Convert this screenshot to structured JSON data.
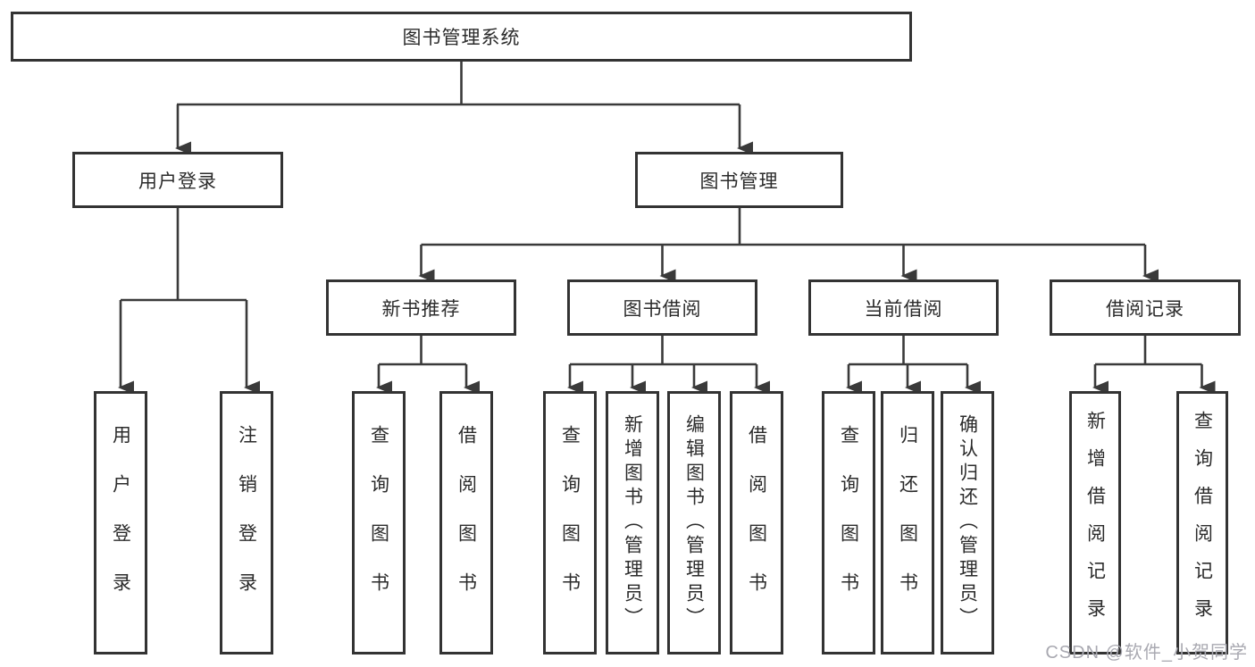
{
  "tree": {
    "root": {
      "label": "图书管理系统"
    },
    "branches": [
      {
        "label": "用户登录",
        "children": [
          {
            "label": "用户登录"
          },
          {
            "label": "注销登录"
          }
        ]
      },
      {
        "label": "图书管理",
        "groups": [
          {
            "label": "新书推荐",
            "children": [
              {
                "label": "查询图书"
              },
              {
                "label": "借阅图书"
              }
            ]
          },
          {
            "label": "图书借阅",
            "children": [
              {
                "label": "查询图书"
              },
              {
                "label": "新增图书（管理员）"
              },
              {
                "label": "编辑图书（管理员）"
              },
              {
                "label": "借阅图书"
              }
            ]
          },
          {
            "label": "当前借阅",
            "children": [
              {
                "label": "查询图书"
              },
              {
                "label": "归还图书"
              },
              {
                "label": "确认归还（管理员）"
              }
            ]
          },
          {
            "label": "借阅记录",
            "children": [
              {
                "label": "新增借阅记录"
              },
              {
                "label": "查询借阅记录"
              }
            ]
          }
        ]
      }
    ]
  },
  "watermark": "CSDN @软件_小贺同学",
  "colors": {
    "line": "#3a3a3a",
    "border": "#333333",
    "text": "#2b2b2b",
    "watermark": "#a9a9b1",
    "background": "#ffffff"
  }
}
